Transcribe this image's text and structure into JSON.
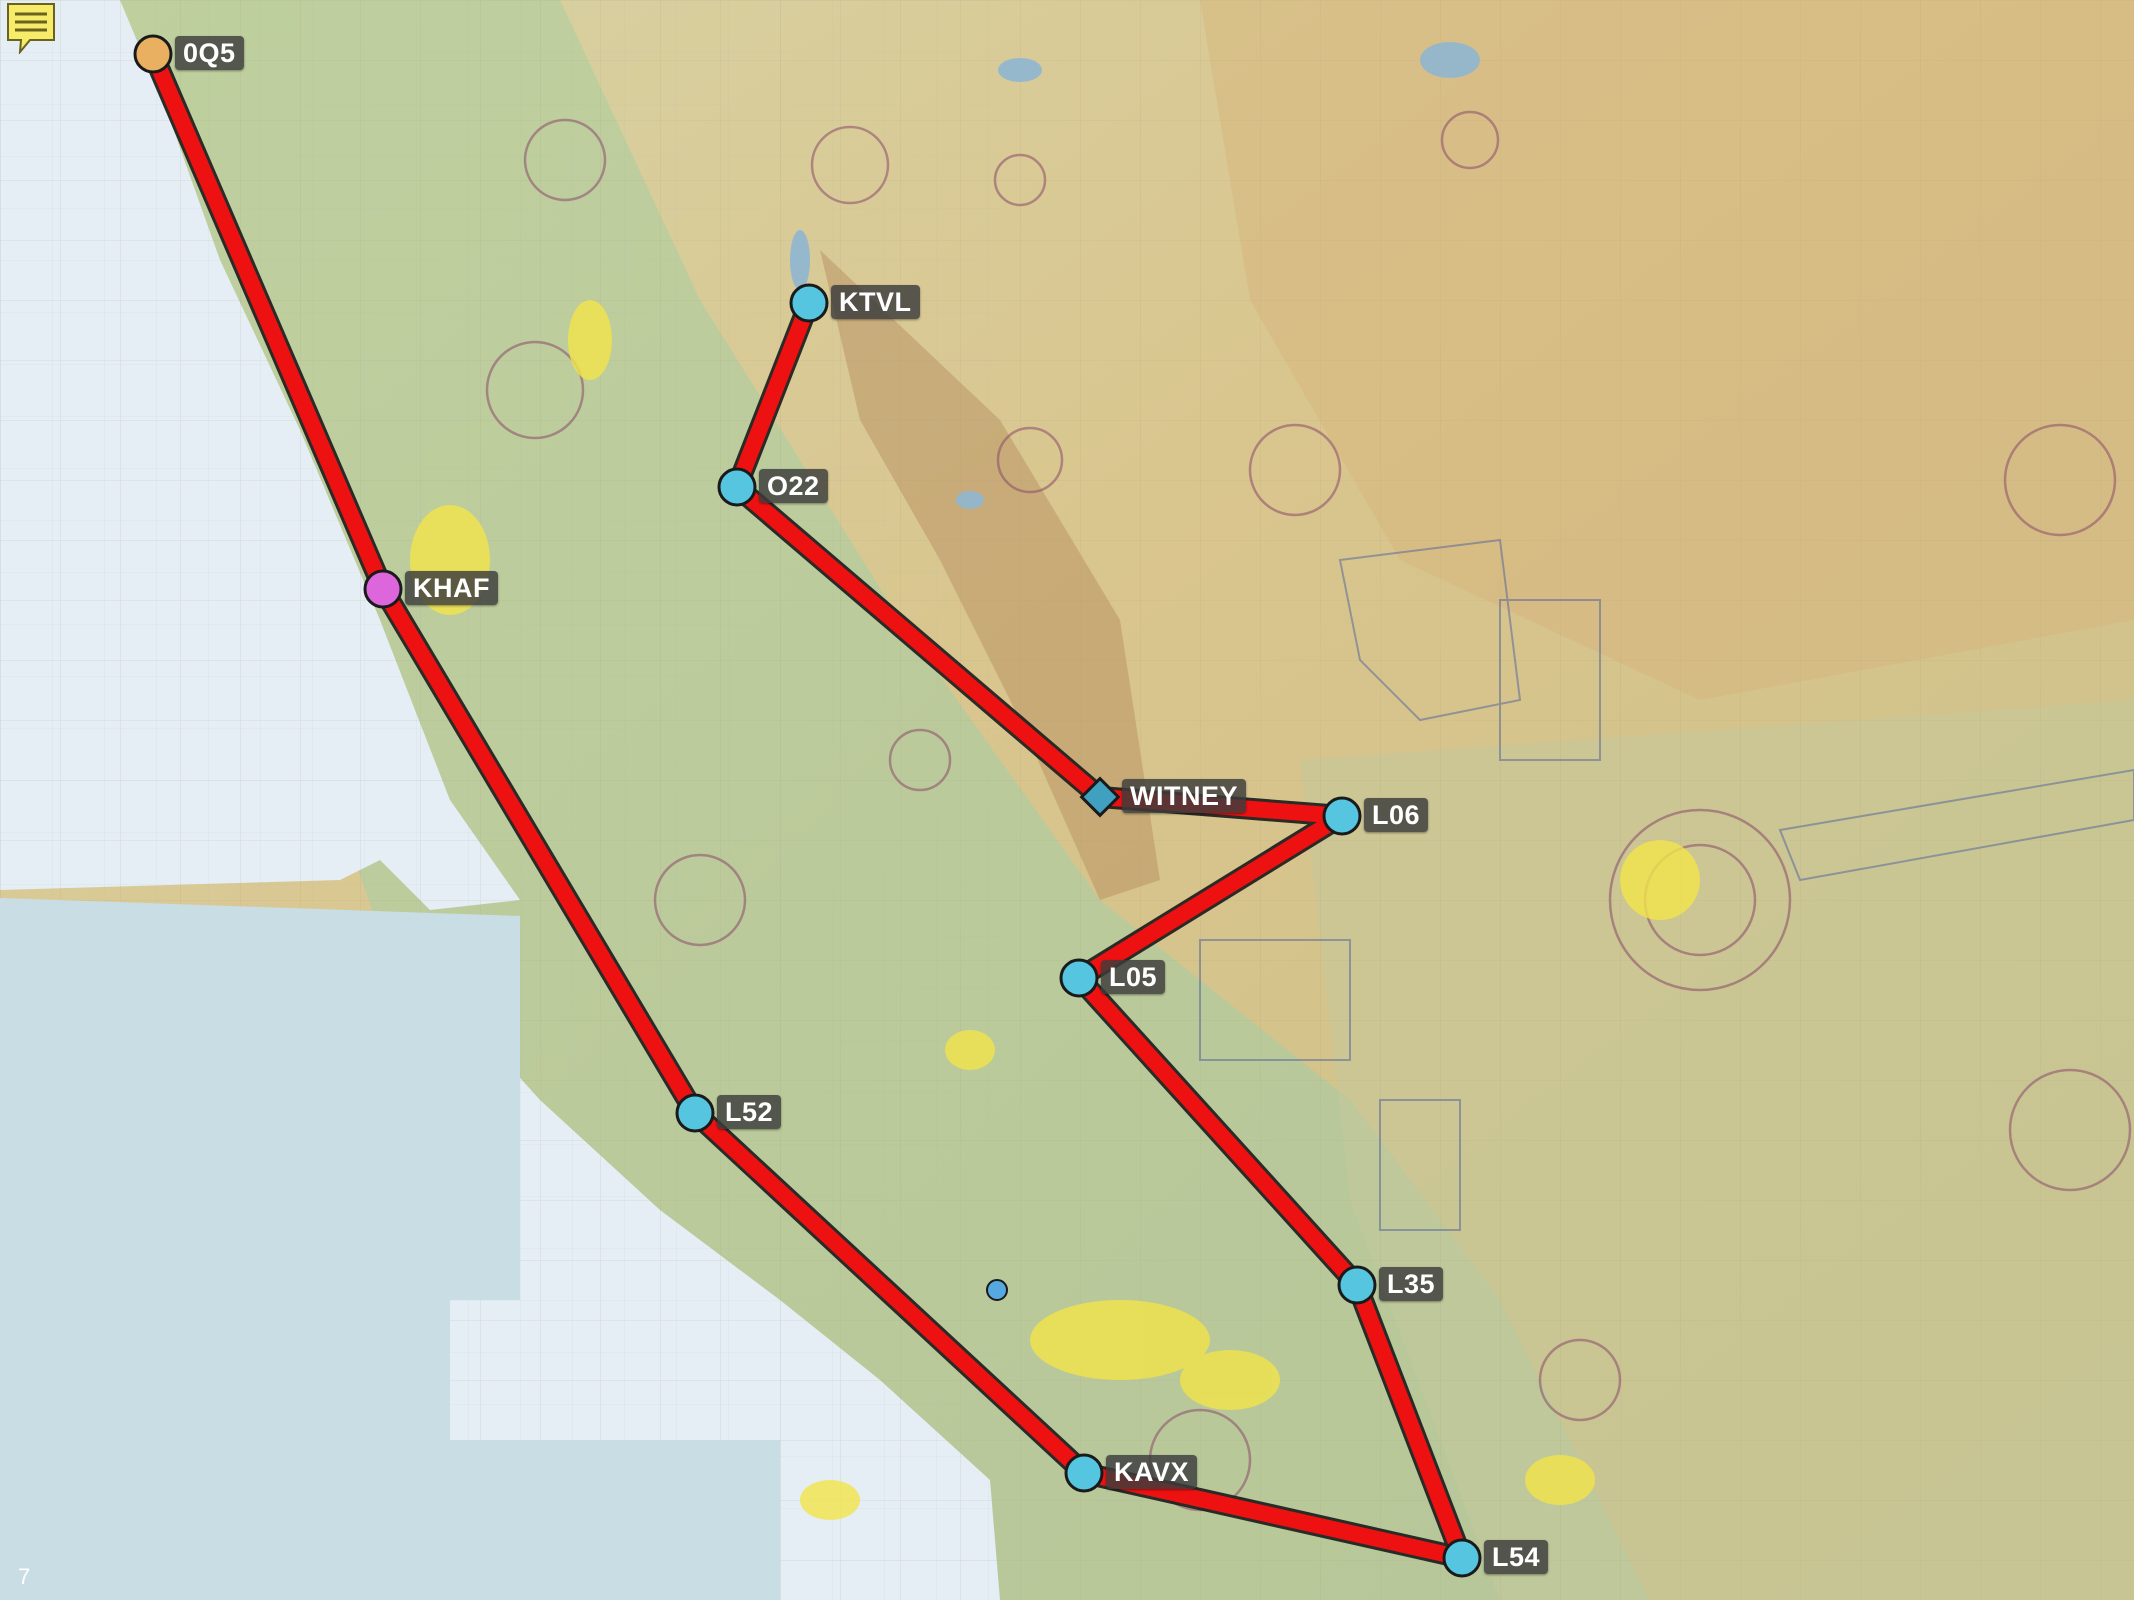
{
  "map": {
    "type": "VFR sectional chart",
    "colors": {
      "route": "#ee1111",
      "waypoint_airport": "#55c5e0",
      "waypoint_start": "#e8b060",
      "waypoint_highlight": "#dd66dd",
      "label_bg": "#3c3c3c",
      "label_text": "#ffffff",
      "ocean": "#c9dde5"
    }
  },
  "route": {
    "waypoints": [
      {
        "id": "0Q5",
        "label": "0Q5",
        "kind": "start",
        "icon": "circle"
      },
      {
        "id": "KHAF",
        "label": "KHAF",
        "kind": "highlight",
        "icon": "circle"
      },
      {
        "id": "L52",
        "label": "L52",
        "kind": "airport",
        "icon": "circle"
      },
      {
        "id": "KAVX",
        "label": "KAVX",
        "kind": "airport",
        "icon": "circle"
      },
      {
        "id": "L54",
        "label": "L54",
        "kind": "airport",
        "icon": "circle"
      },
      {
        "id": "L35",
        "label": "L35",
        "kind": "airport",
        "icon": "circle"
      },
      {
        "id": "L05",
        "label": "L05",
        "kind": "airport",
        "icon": "circle"
      },
      {
        "id": "L06",
        "label": "L06",
        "kind": "airport",
        "icon": "circle"
      },
      {
        "id": "WITNEY",
        "label": "WITNEY",
        "kind": "fix",
        "icon": "diamond"
      },
      {
        "id": "O22",
        "label": "O22",
        "kind": "airport",
        "icon": "circle"
      },
      {
        "id": "KTVL",
        "label": "KTVL",
        "kind": "airport",
        "icon": "circle"
      }
    ]
  },
  "ui": {
    "notes_icon": "notes-icon",
    "page_number": "7"
  }
}
